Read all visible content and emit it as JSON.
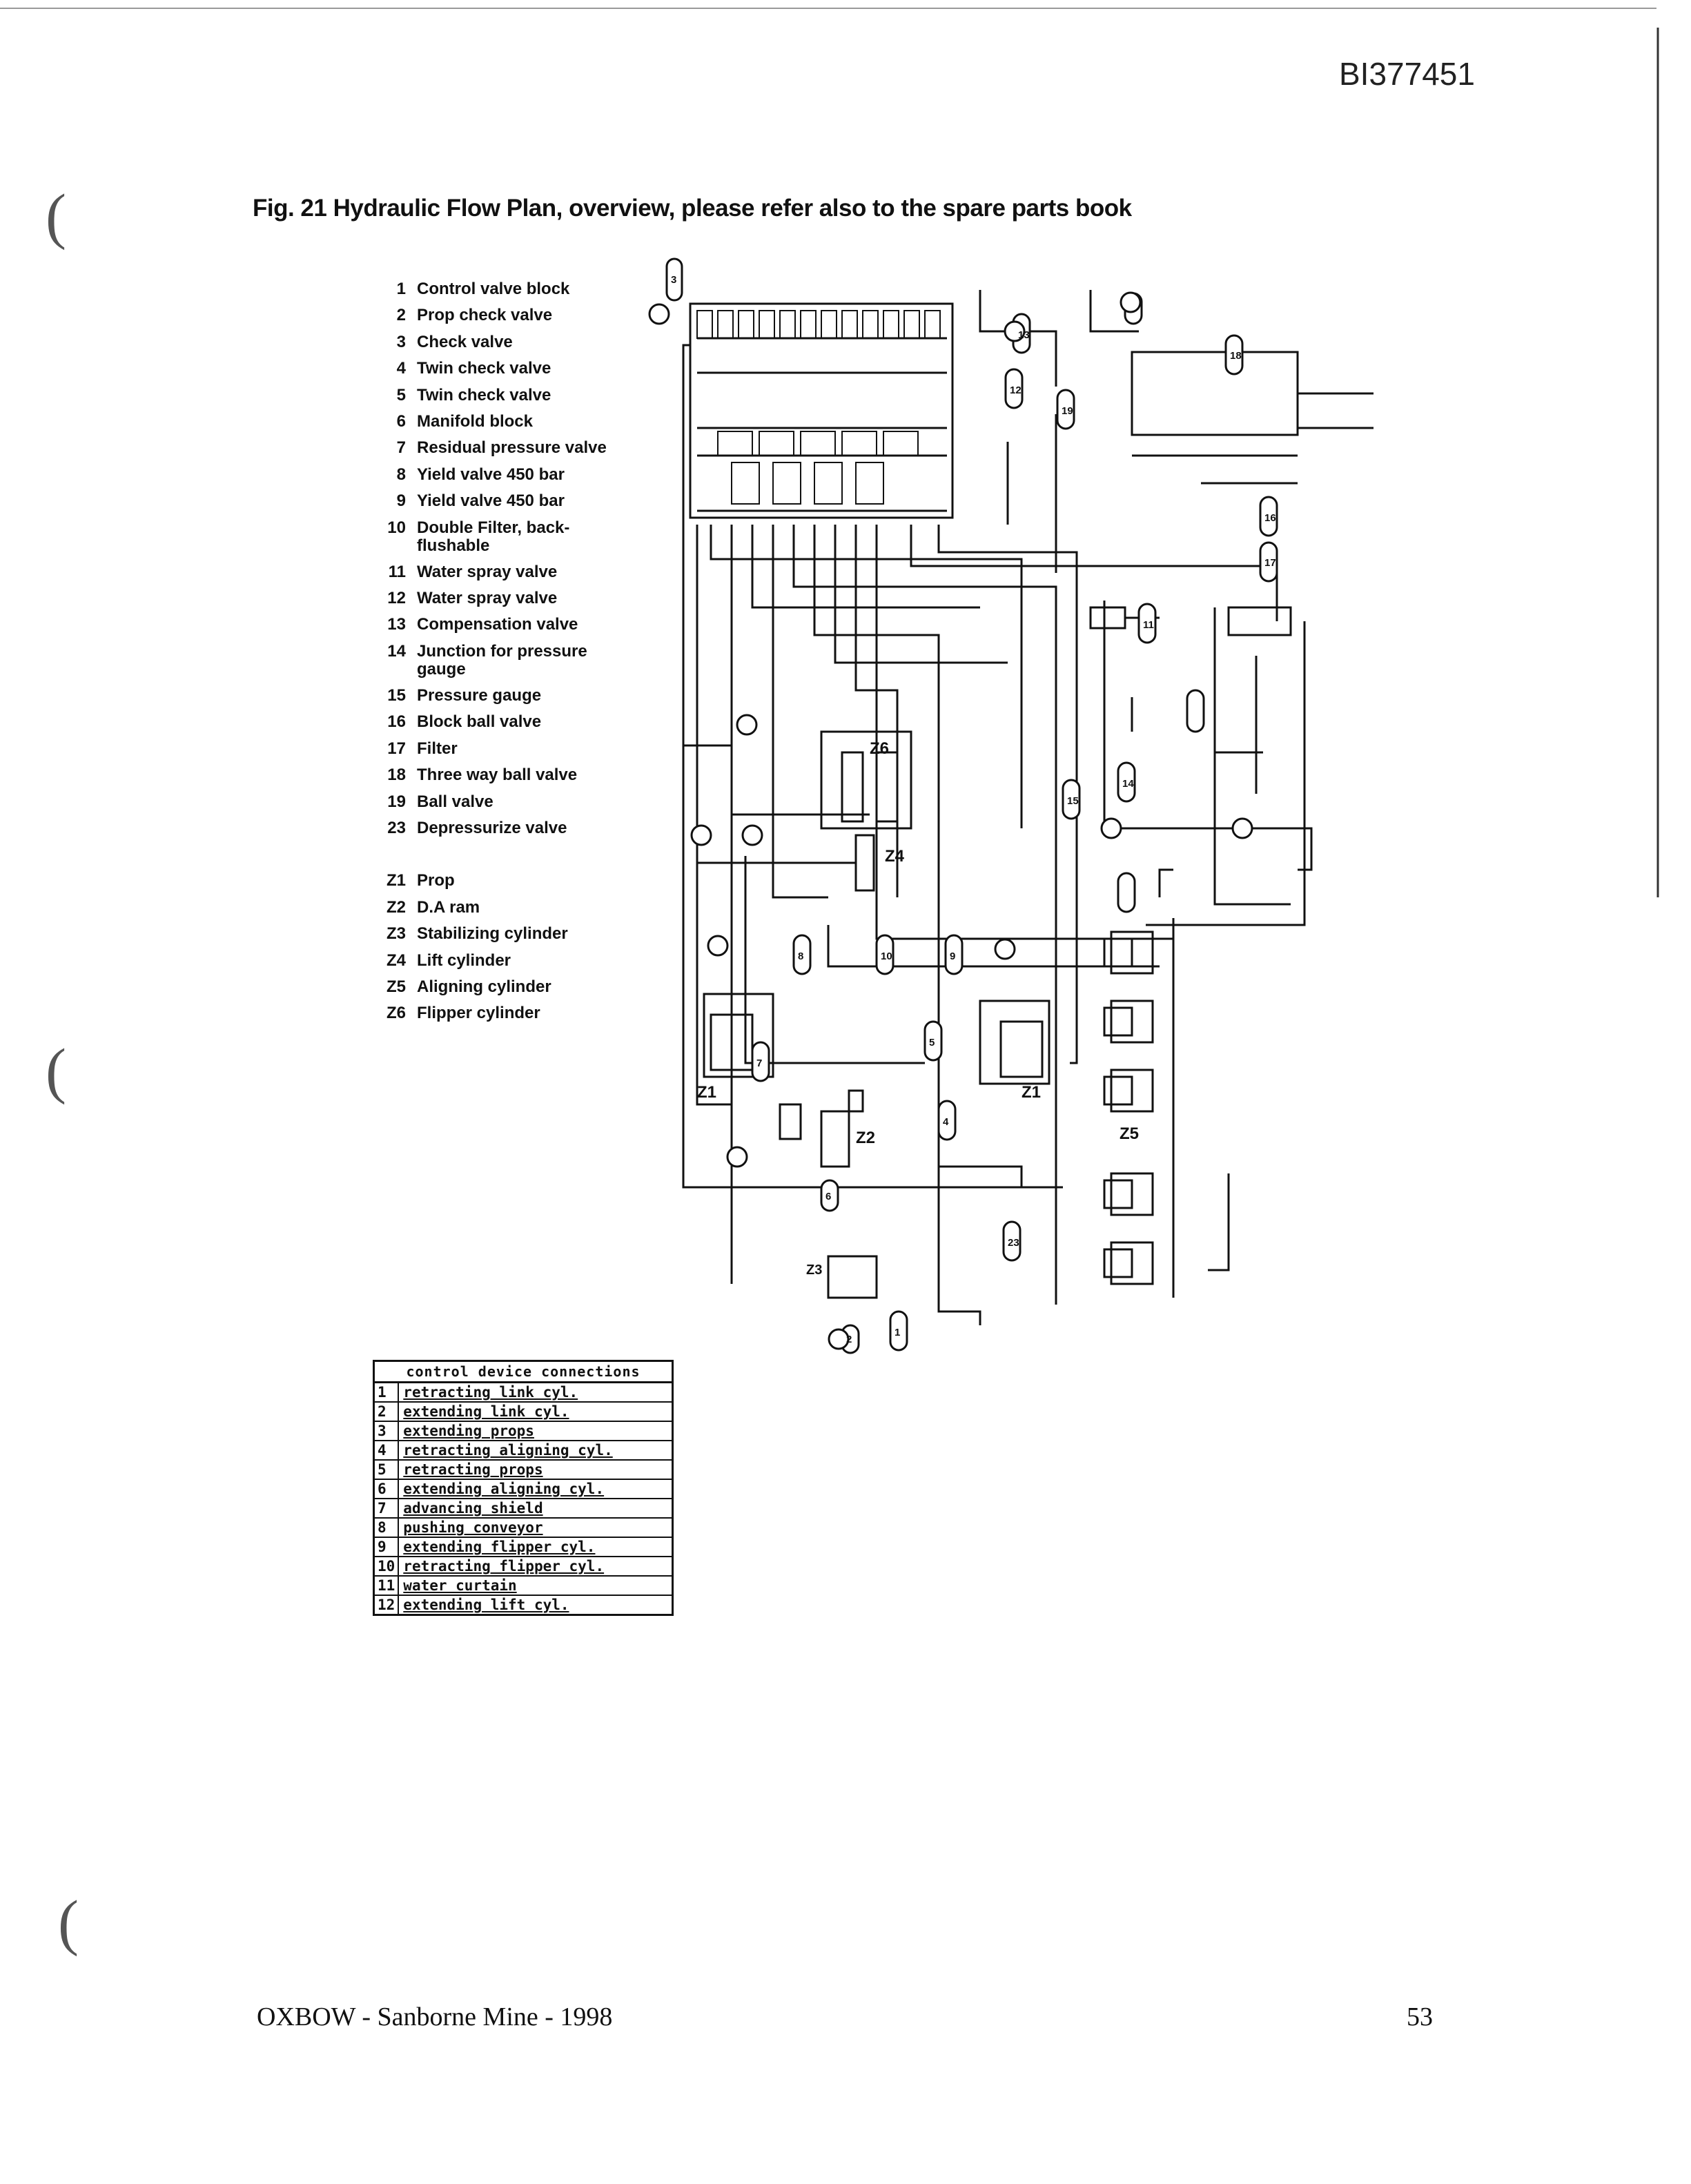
{
  "header": {
    "doc_id": "BI377451"
  },
  "figure": {
    "title": "Fig. 21 Hydraulic Flow Plan, overview, please refer also to the spare parts book"
  },
  "legend": {
    "items": [
      {
        "num": "1",
        "label": "Control valve block"
      },
      {
        "num": "2",
        "label": "Prop check valve"
      },
      {
        "num": "3",
        "label": "Check valve"
      },
      {
        "num": "4",
        "label": "Twin check valve"
      },
      {
        "num": "5",
        "label": "Twin check valve"
      },
      {
        "num": "6",
        "label": "Manifold block"
      },
      {
        "num": "7",
        "label": "Residual pressure valve"
      },
      {
        "num": "8",
        "label": "Yield valve 450 bar"
      },
      {
        "num": "9",
        "label": "Yield valve 450 bar"
      },
      {
        "num": "10",
        "label": "Double Filter, back-flushable"
      },
      {
        "num": "11",
        "label": "Water spray valve"
      },
      {
        "num": "12",
        "label": "Water spray valve"
      },
      {
        "num": "13",
        "label": "Compensation valve"
      },
      {
        "num": "14",
        "label": "Junction for pressure gauge"
      },
      {
        "num": "15",
        "label": "Pressure gauge"
      },
      {
        "num": "16",
        "label": "Block ball valve"
      },
      {
        "num": "17",
        "label": "Filter"
      },
      {
        "num": "18",
        "label": "Three way ball valve"
      },
      {
        "num": "19",
        "label": "Ball valve"
      },
      {
        "num": "23",
        "label": "Depressurize valve"
      }
    ],
    "cylinders": [
      {
        "num": "Z1",
        "label": "Prop"
      },
      {
        "num": "Z2",
        "label": "D.A ram"
      },
      {
        "num": "Z3",
        "label": "Stabilizing cylinder"
      },
      {
        "num": "Z4",
        "label": "Lift cylinder"
      },
      {
        "num": "Z5",
        "label": "Aligning cylinder"
      },
      {
        "num": "Z6",
        "label": "Flipper cylinder"
      }
    ]
  },
  "diagram_labels": {
    "z6": "Z6",
    "z4": "Z4",
    "z1_left": "Z1",
    "z1_right": "Z1",
    "z2": "Z2",
    "z5": "Z5",
    "z3": "Z3",
    "callouts": [
      "23",
      "13",
      "6",
      "15",
      "19",
      "14",
      "17",
      "18",
      "16",
      "5",
      "12",
      "11",
      "4",
      "10",
      "8",
      "7",
      "9",
      "1",
      "2",
      "3"
    ]
  },
  "control_table": {
    "header": "control device connections",
    "rows": [
      {
        "num": "1",
        "text": "retracting link cyl."
      },
      {
        "num": "2",
        "text": "extending link cyl."
      },
      {
        "num": "3",
        "text": "extending props"
      },
      {
        "num": "4",
        "text": "retracting aligning cyl."
      },
      {
        "num": "5",
        "text": "retracting props"
      },
      {
        "num": "6",
        "text": "extending aligning cyl."
      },
      {
        "num": "7",
        "text": "advancing shield"
      },
      {
        "num": "8",
        "text": "pushing conveyor"
      },
      {
        "num": "9",
        "text": "extending flipper cyl."
      },
      {
        "num": "10",
        "text": "retracting flipper cyl."
      },
      {
        "num": "11",
        "text": "water curtain"
      },
      {
        "num": "12",
        "text": "extending lift cyl."
      }
    ]
  },
  "footer": {
    "left": "OXBOW - Sanborne Mine - 1998",
    "page": "53"
  }
}
